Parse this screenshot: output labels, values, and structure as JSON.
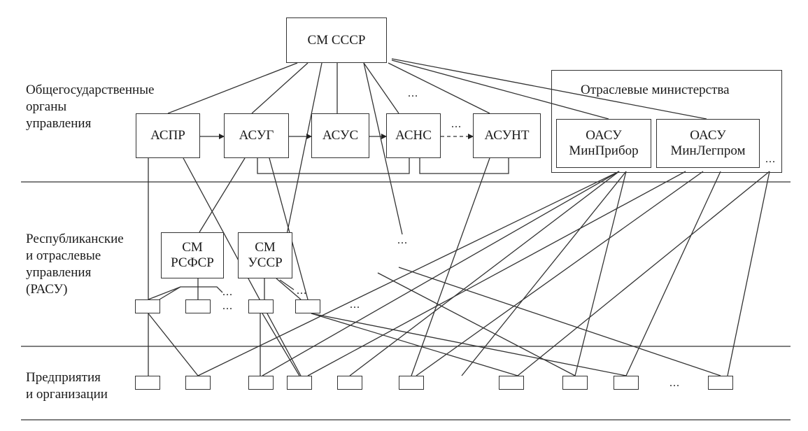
{
  "levels": [
    {
      "lines": [
        "Общегосударственные",
        "органы",
        "управления"
      ]
    },
    {
      "lines": [
        "Республиканские",
        "и отраслевые",
        "управления",
        "(РАСУ)"
      ]
    },
    {
      "lines": [
        "Предприятия",
        "и организации"
      ]
    }
  ],
  "top": {
    "label": "СМ СССР"
  },
  "asu": [
    "АСПР",
    "АСУГ",
    "АСУС",
    "АСНС",
    "АСУНТ"
  ],
  "ministries": {
    "title": "Отраслевые министерства",
    "items": [
      {
        "line1": "ОАСУ",
        "line2": "МинПрибор"
      },
      {
        "line1": "ОАСУ",
        "line2": "МинЛегпром"
      }
    ]
  },
  "republics": [
    {
      "line1": "СМ",
      "line2": "РСФСР"
    },
    {
      "line1": "СМ",
      "line2": "УССР"
    }
  ],
  "ellipsis": "..."
}
